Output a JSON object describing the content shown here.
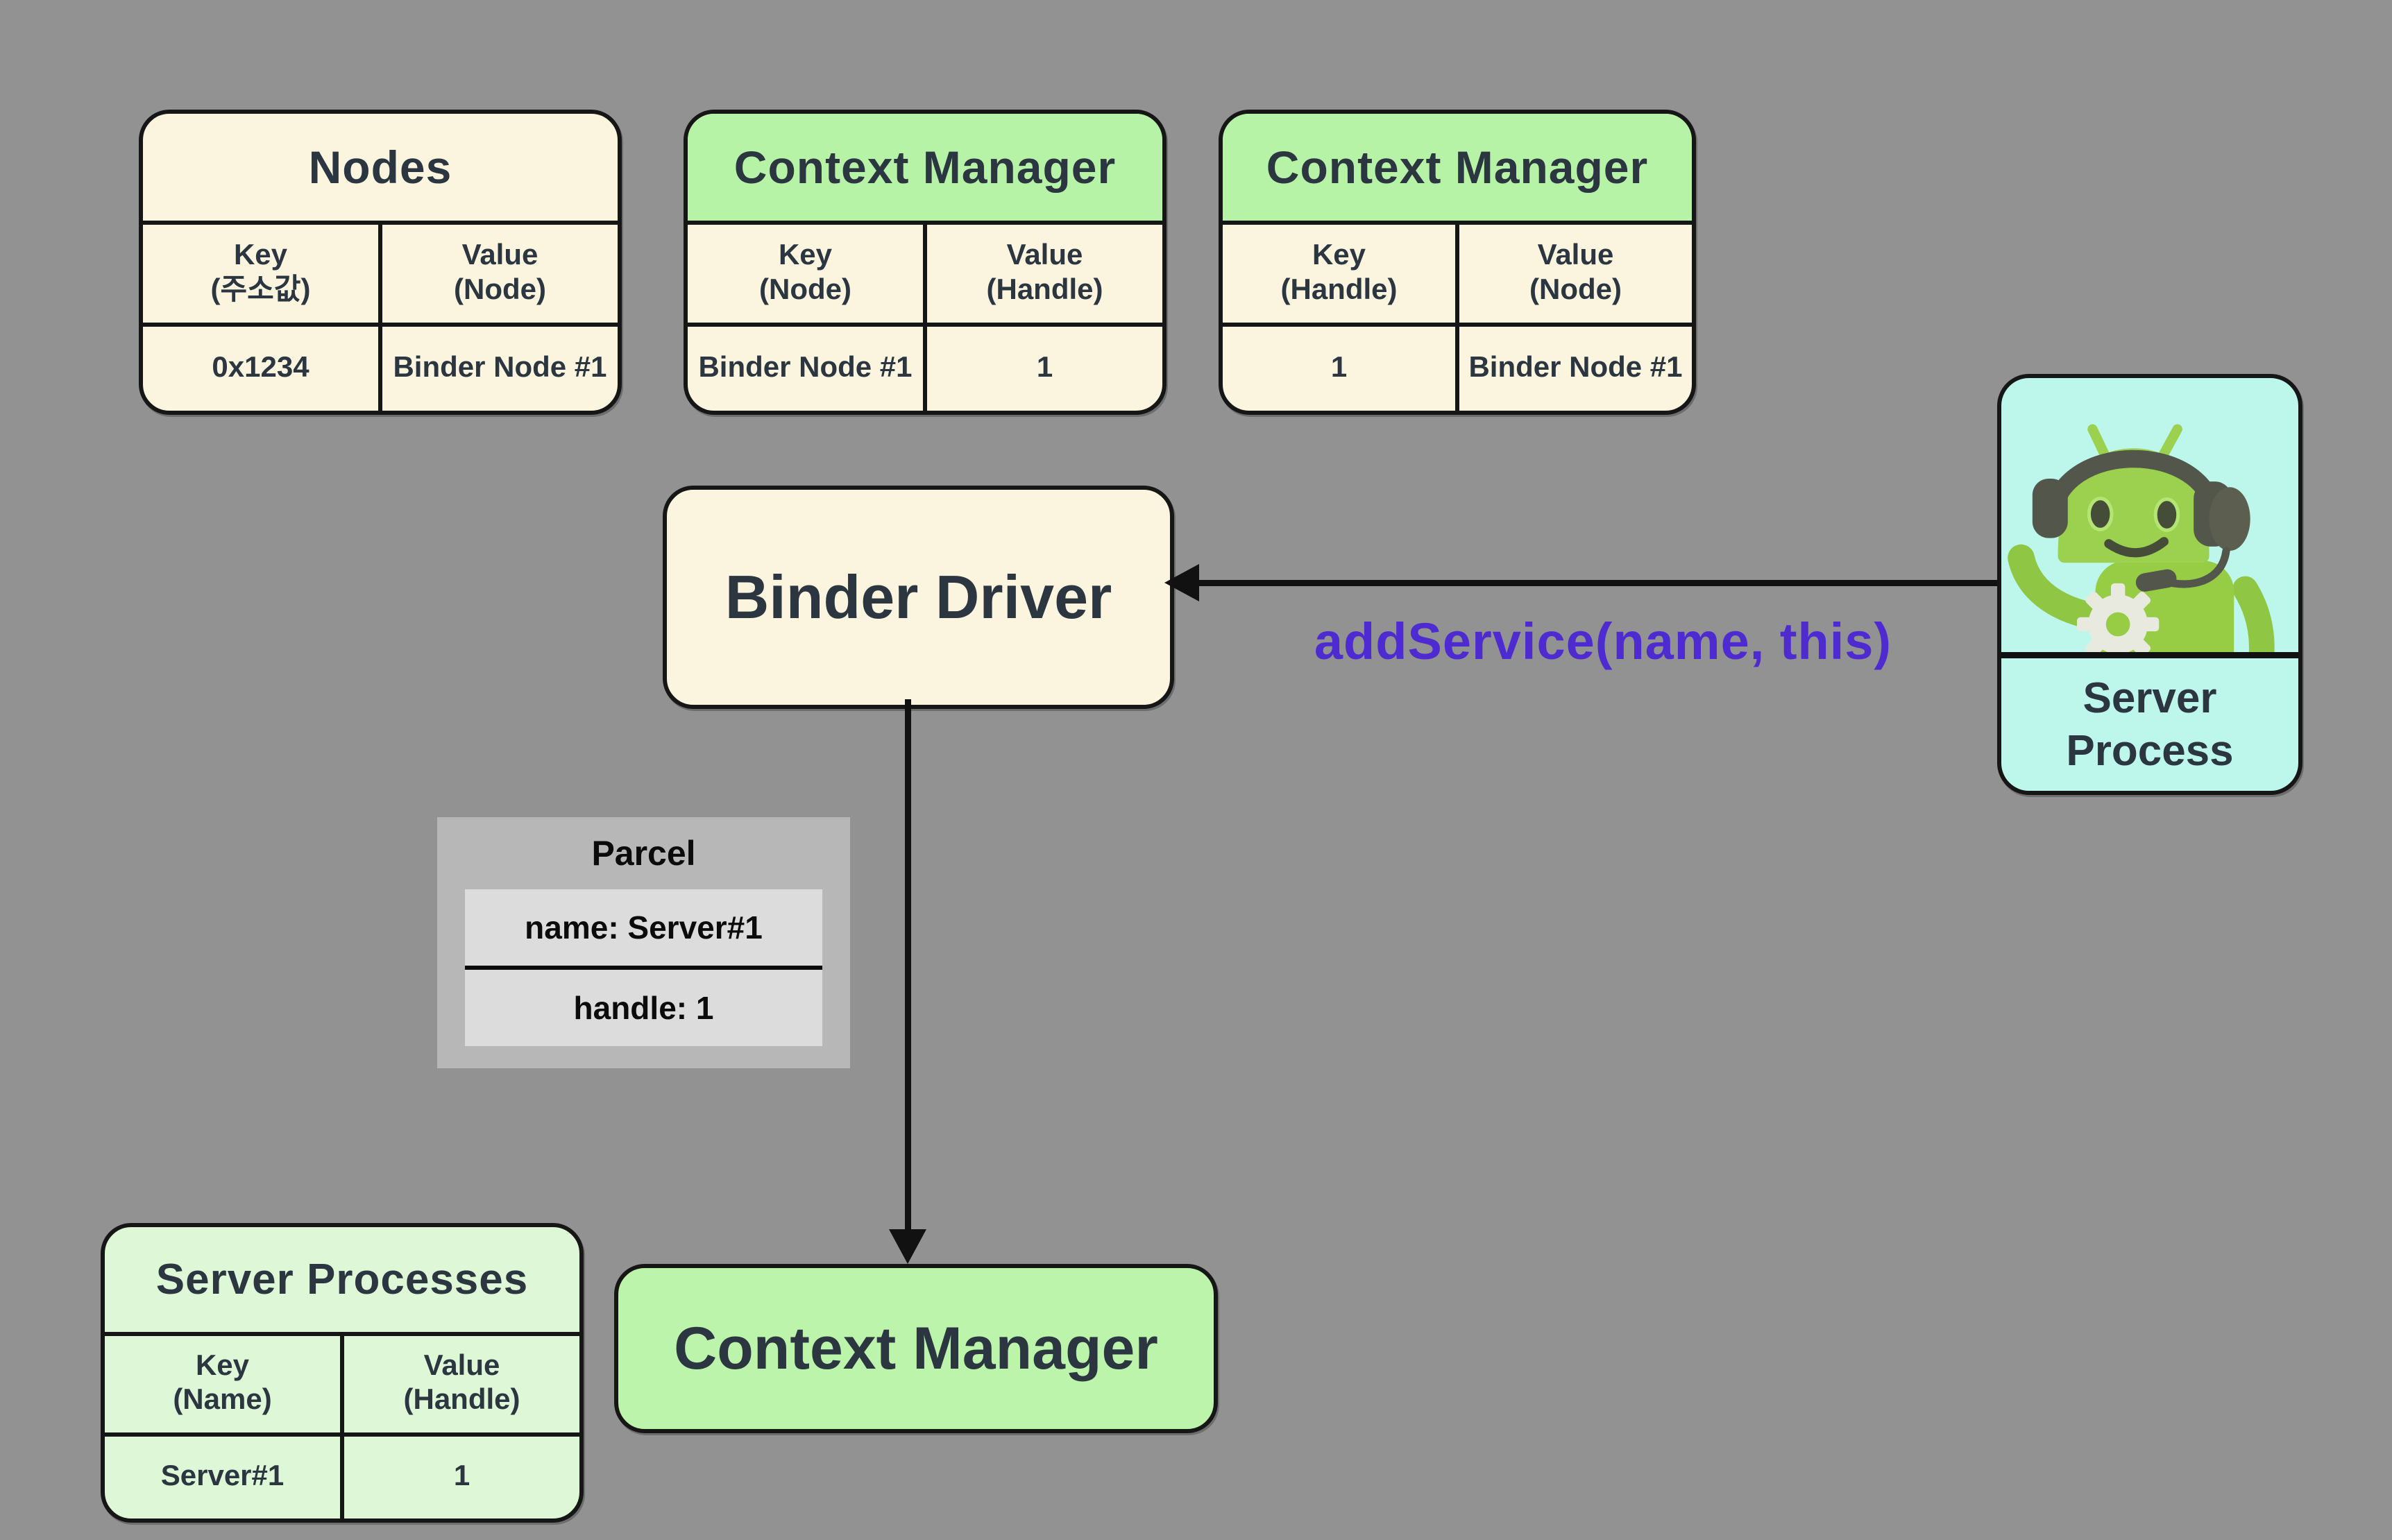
{
  "palette": {
    "background": "#929292",
    "cream": "#FBF4DE",
    "green_header": "#B7F3A6",
    "green_box": "#BCF4AB",
    "mint": "#DEF7D7",
    "cyan": "#BDF7EC",
    "ink": "#2B3640",
    "line": "#111111",
    "purple_label": "#4E2BD1",
    "parcel_outer": "#B7B7B7",
    "parcel_inner": "#DCDCDC",
    "robot_green": "#97CC45",
    "robot_olive": "#53564A"
  },
  "tables": {
    "nodes": {
      "title": "Nodes",
      "columns": [
        {
          "label": "Key",
          "sub": "(주소값)"
        },
        {
          "label": "Value",
          "sub": "(Node)"
        }
      ],
      "rows": [
        [
          "0x1234",
          "Binder Node #1"
        ]
      ]
    },
    "context_manager_by_node": {
      "title": "Context Manager",
      "columns": [
        {
          "label": "Key",
          "sub": "(Node)"
        },
        {
          "label": "Value",
          "sub": "(Handle)"
        }
      ],
      "rows": [
        [
          "Binder Node #1",
          "1"
        ]
      ]
    },
    "context_manager_by_handle": {
      "title": "Context Manager",
      "columns": [
        {
          "label": "Key",
          "sub": "(Handle)"
        },
        {
          "label": "Value",
          "sub": "(Node)"
        }
      ],
      "rows": [
        [
          "1",
          "Binder Node #1"
        ]
      ]
    },
    "server_processes": {
      "title": "Server Processes",
      "columns": [
        {
          "label": "Key",
          "sub": "(Name)"
        },
        {
          "label": "Value",
          "sub": "(Handle)"
        }
      ],
      "rows": [
        [
          "Server#1",
          "1"
        ]
      ]
    }
  },
  "nodes": {
    "binder_driver": {
      "label": "Binder Driver"
    },
    "context_manager": {
      "label": "Context Manager"
    },
    "server_process": {
      "label_line1": "Server",
      "label_line2": "Process",
      "icon": "android-robot-headset-icon"
    }
  },
  "parcel": {
    "title": "Parcel",
    "fields": [
      {
        "text": "name: Server#1"
      },
      {
        "text": "handle: 1"
      }
    ]
  },
  "edges": {
    "add_service": {
      "label": "addService(name, this)",
      "from": "server-process",
      "to": "binder-driver"
    },
    "driver_to_context_manager": {
      "from": "binder-driver",
      "to": "context-manager"
    }
  }
}
